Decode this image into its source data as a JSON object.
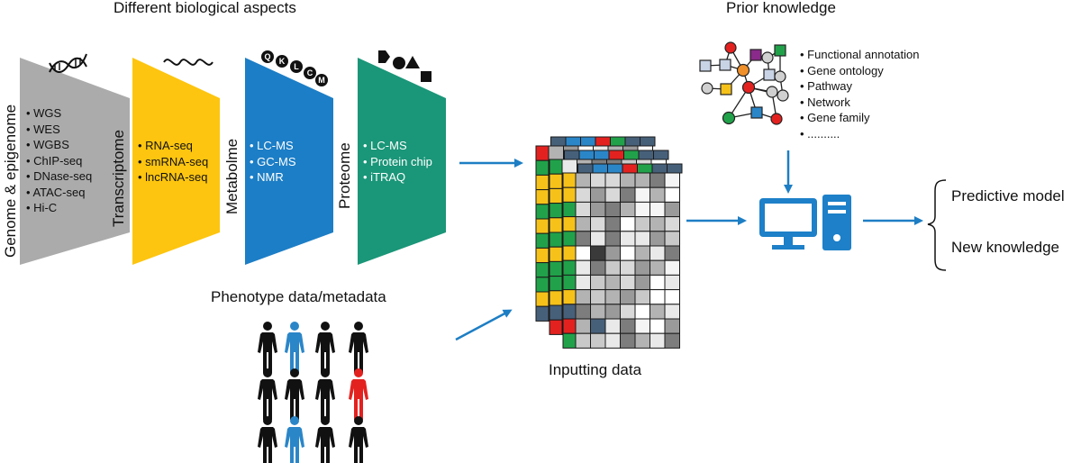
{
  "titles": {
    "aspects": "Different biological aspects",
    "prior": "Prior knowledge",
    "phenotype": "Phenotype data/metadata",
    "input": "Inputting data"
  },
  "omics": [
    {
      "label": "Genome & epigenome",
      "color": "#ababab",
      "text_color": "#111111",
      "items": [
        "WGS",
        "WES",
        "WGBS",
        "ChIP-seq",
        "DNase-seq",
        "ATAC-seq",
        "Hi-C"
      ]
    },
    {
      "label": "Transcriptome",
      "color": "#fdc50f",
      "text_color": "#111111",
      "items": [
        "RNA-seq",
        "smRNA-seq",
        "lncRNA-seq"
      ]
    },
    {
      "label": "Metabolme",
      "color": "#1c7ec6",
      "text_color": "#ffffff",
      "items": [
        "LC-MS",
        "GC-MS",
        "NMR"
      ]
    },
    {
      "label": "Proteome",
      "color": "#1a9678",
      "text_color": "#ffffff",
      "items": [
        "LC-MS",
        "Protein chip",
        "iTRAQ"
      ]
    }
  ],
  "metabolite_letters": [
    "Q",
    "K",
    "L",
    "C",
    "M"
  ],
  "prior_knowledge": [
    "Functional annotation",
    "Gene ontology",
    "Pathway",
    "Network",
    "Gene family",
    ".........."
  ],
  "outputs": [
    "Predictive model",
    "New knowledge"
  ],
  "colors": {
    "arrow": "#1d7ec4",
    "computer": "#1d80c8",
    "highlight_blue": "#2b86c8",
    "highlight_red": "#e32220",
    "green": "#21a24a",
    "orange": "#f0902a",
    "purple": "#8a2a8a",
    "yellow": "#f6c21a"
  }
}
